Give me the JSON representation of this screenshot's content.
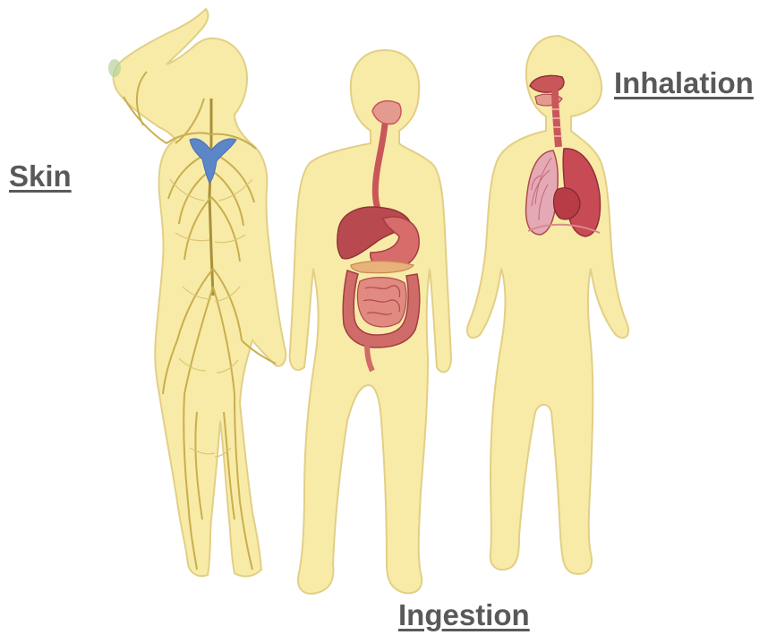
{
  "labels": {
    "skin": "Skin",
    "inhalation": "Inhalation",
    "ingestion": "Ingestion"
  },
  "colors": {
    "body_fill": "#f8eba7",
    "body_outline": "#e2cf86",
    "nerve": "#d6be63",
    "nerve_dark": "#a99039",
    "vessel_blue": "#5b86c8",
    "organ": "#c9575a",
    "organ_dark": "#a33d42",
    "organ_light": "#e59a8f",
    "label_text": "#595959"
  }
}
